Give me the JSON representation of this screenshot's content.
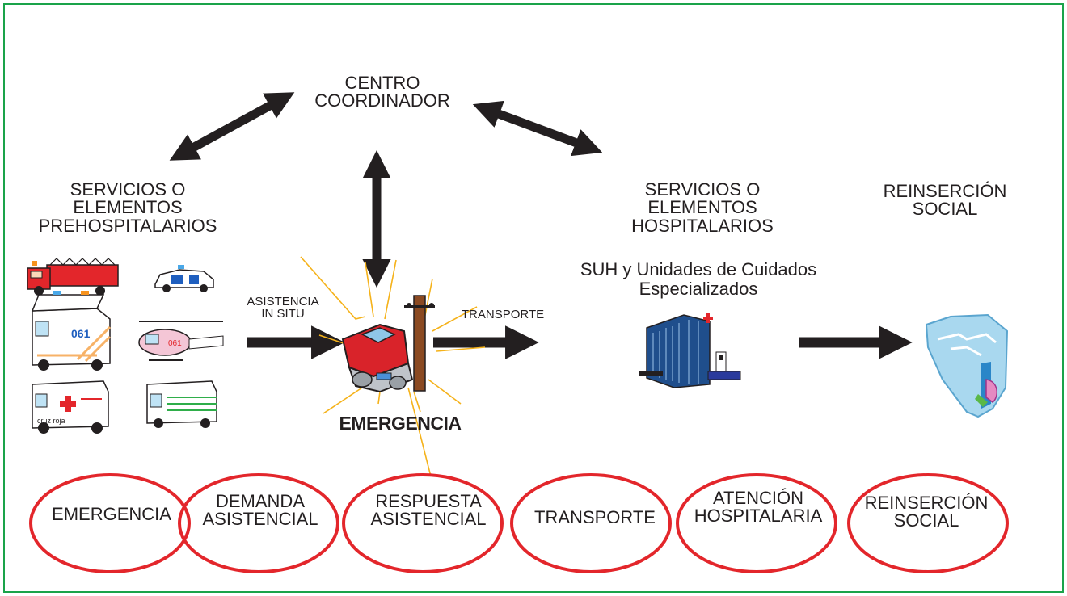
{
  "centro": [
    "CENTRO",
    "COORDINADOR"
  ],
  "prehospital": [
    "SERVICIOS O",
    "ELEMENTOS",
    "PREHOSPITALARIOS"
  ],
  "hospital": [
    "SERVICIOS O",
    "ELEMENTOS",
    "HOSPITALARIOS"
  ],
  "reinsercion": [
    "REINSERCIÓN",
    "SOCIAL"
  ],
  "suh": [
    "SUH y Unidades de Cuidados",
    "Especializados"
  ],
  "asistencia": [
    "ASISTENCIA",
    "IN SITU"
  ],
  "transporte_arrow": "TRANSPORTE",
  "emergencia_title": "EMERGENCIA",
  "vehicle_text": {
    "code": "061",
    "cruz": "cruz roja"
  },
  "rings": [
    {
      "lines": [
        "EMERGENCIA"
      ]
    },
    {
      "lines": [
        "DEMANDA",
        "ASISTENCIAL"
      ]
    },
    {
      "lines": [
        "RESPUESTA",
        "ASISTENCIAL"
      ]
    },
    {
      "lines": [
        "TRANSPORTE"
      ]
    },
    {
      "lines": [
        "ATENCIÓN",
        "HOSPITALARIA"
      ]
    },
    {
      "lines": [
        "REINSERCIÓN",
        "SOCIAL"
      ]
    }
  ],
  "colors": {
    "frame": "#1aa34a",
    "ring": "#e3262b",
    "arrow": "#231f20",
    "burst": "#f5b21a"
  }
}
